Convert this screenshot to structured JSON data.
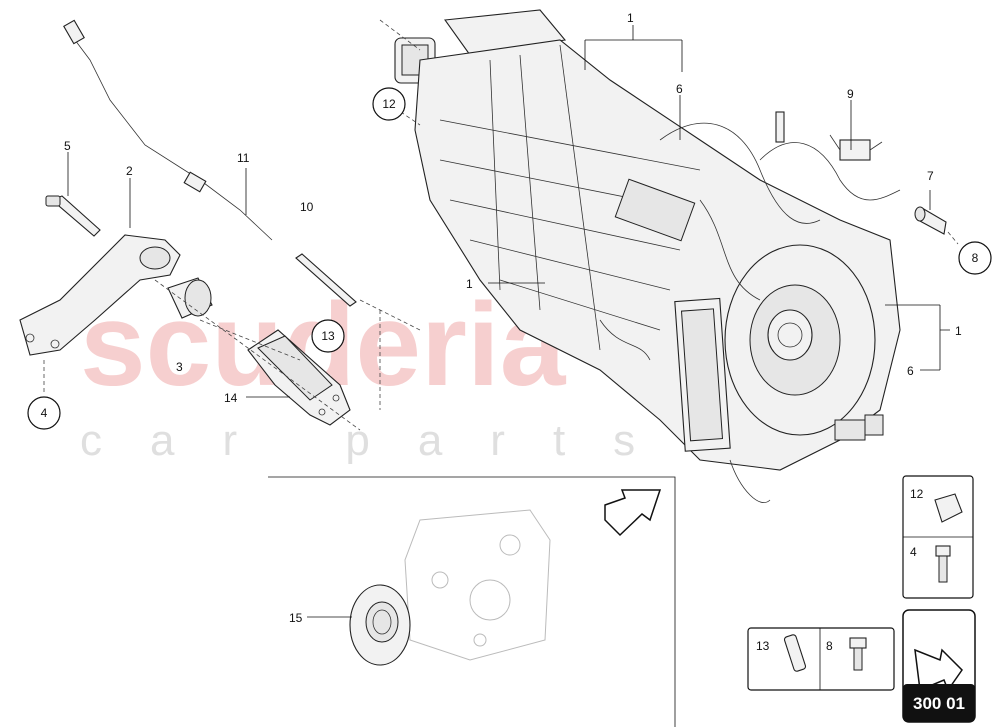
{
  "watermark": {
    "brand": "scuderia",
    "sub": "car parts"
  },
  "callouts": {
    "c1a": "1",
    "c1b": "1",
    "c1c": "1",
    "c2": "2",
    "c3": "3",
    "c4": "4",
    "c5": "5",
    "c6a": "6",
    "c6b": "6",
    "c7": "7",
    "c8": "8",
    "c9": "9",
    "c10": "10",
    "c11": "11",
    "c12": "12",
    "c13": "13",
    "c14": "14",
    "c15": "15"
  },
  "legend": {
    "box1": {
      "top": "12",
      "bottom": "4"
    },
    "box2": {
      "left": "13",
      "right": "8"
    }
  },
  "page_ref": "300 01"
}
